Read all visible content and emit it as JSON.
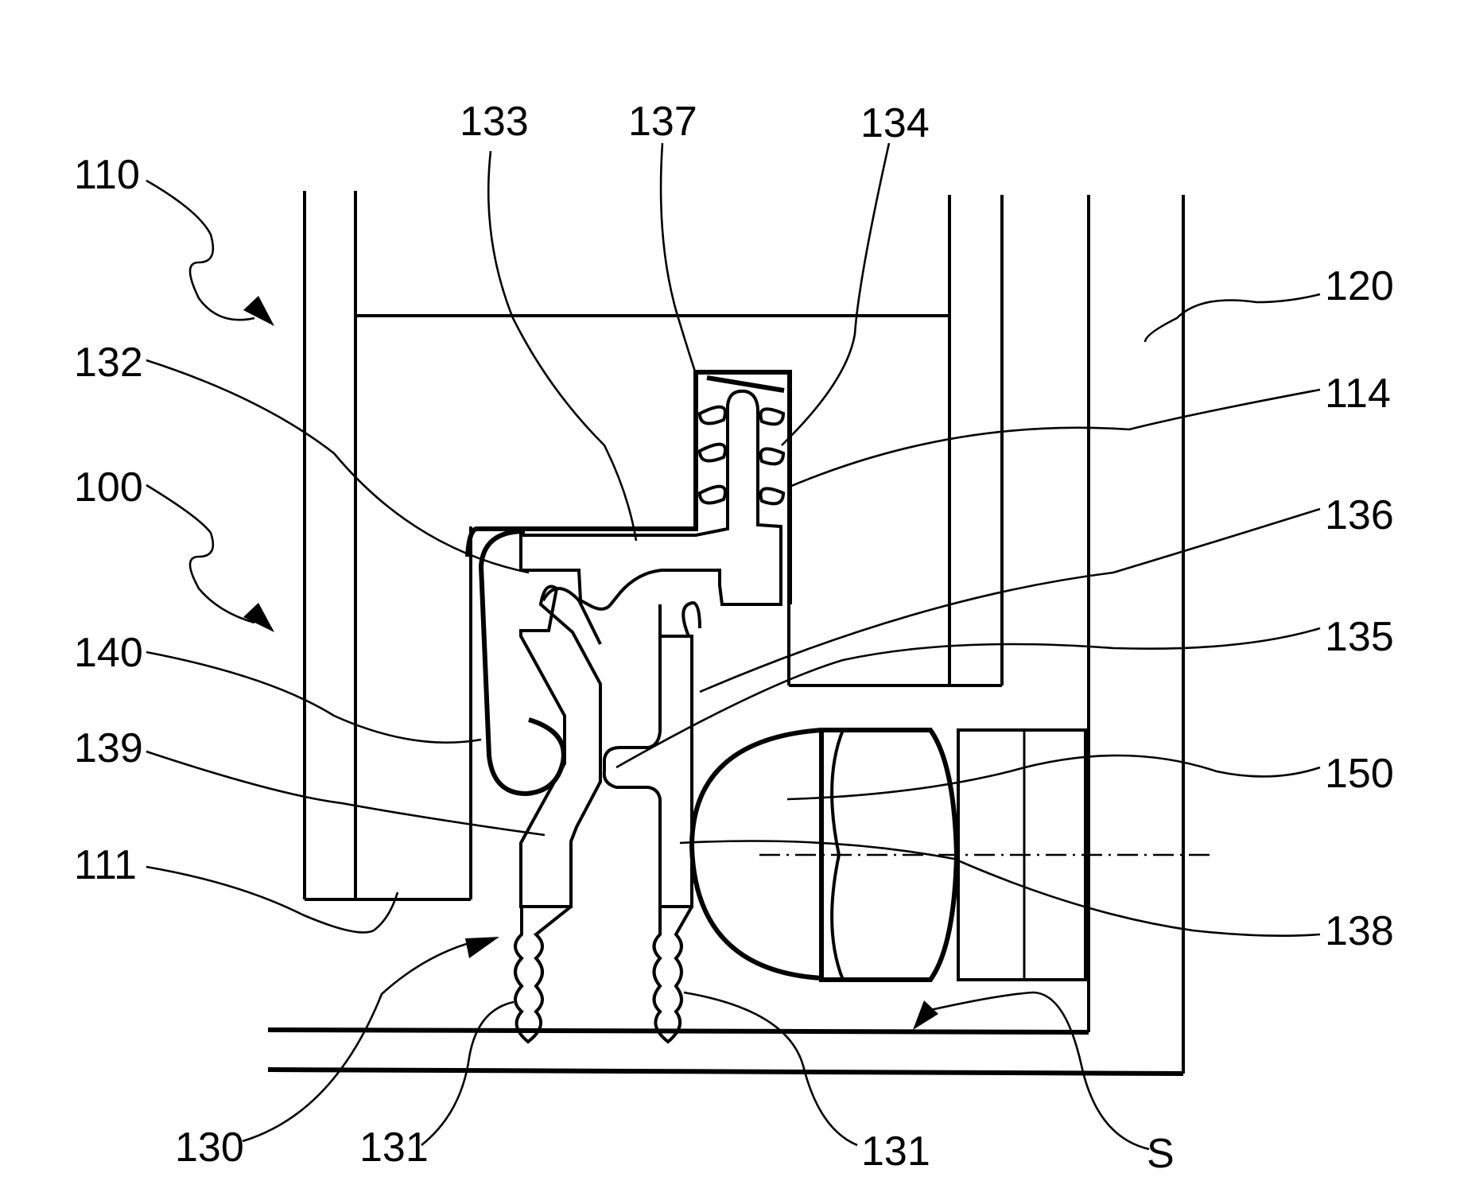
{
  "figure": {
    "type": "patent-drawing",
    "description": "Cross-section of a connector/latch assembly with spring, hatched latch parts, lens element and reference numerals",
    "ink_color": "#000000",
    "background_color": "#ffffff"
  },
  "labels": {
    "l110": "110",
    "l133": "133",
    "l137": "137",
    "l134": "134",
    "l120": "120",
    "l132": "132",
    "l114": "114",
    "l100": "100",
    "l136": "136",
    "l135": "135",
    "l140": "140",
    "l139": "139",
    "l150": "150",
    "l111": "111",
    "l138": "138",
    "l130": "130",
    "l131a": "131",
    "l131b": "131",
    "lS": "S"
  }
}
